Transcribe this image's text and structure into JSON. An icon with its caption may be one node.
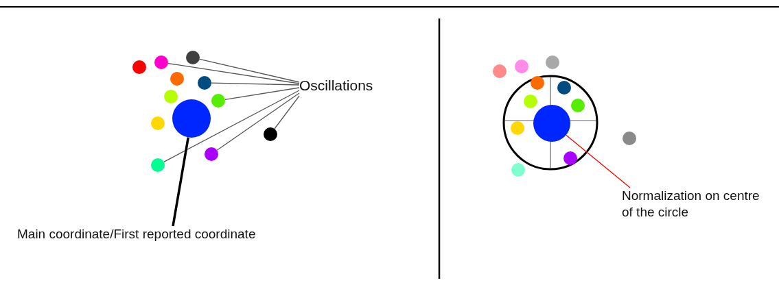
{
  "diagram": {
    "nodes": [
      {
        "text": [],
        "shape": "circle"
      },
      {
        "text": [],
        "shape": "circle"
      },
      {
        "text": [],
        "shape": "circle"
      },
      {
        "text": [
          "Oscillations"
        ]
      },
      {
        "text": [],
        "shape": "circle"
      },
      {
        "text": [],
        "shape": "circle"
      },
      {
        "text": [],
        "shape": "circle"
      },
      {
        "text": [],
        "shape": "circle"
      },
      {
        "text": [],
        "shape": "circle"
      },
      {
        "text": [
          "Main coordinate/First reported coordinate"
        ]
      },
      {
        "text": [],
        "shape": "circle"
      },
      {
        "text": [
          "Normalization on centre of the circle"
        ]
      }
    ],
    "edges": [
      {
        "from": 3,
        "to": 1,
        "arrow": "none"
      },
      {
        "from": 3,
        "to": 0,
        "arrow": "none"
      },
      {
        "from": 3,
        "to": 2,
        "arrow": "none"
      },
      {
        "from": 3,
        "to": 4,
        "arrow": "none"
      },
      {
        "from": 3,
        "to": 8,
        "arrow": "none"
      },
      {
        "from": 3,
        "to": 7,
        "arrow": "none"
      },
      {
        "from": 3,
        "to": 6,
        "arrow": "none"
      },
      {
        "from": 9,
        "to": 5,
        "arrow": "none",
        "style": "thick"
      },
      {
        "from": 11,
        "to": 10,
        "arrow": "none",
        "color": "#ff0000"
      }
    ]
  }
}
